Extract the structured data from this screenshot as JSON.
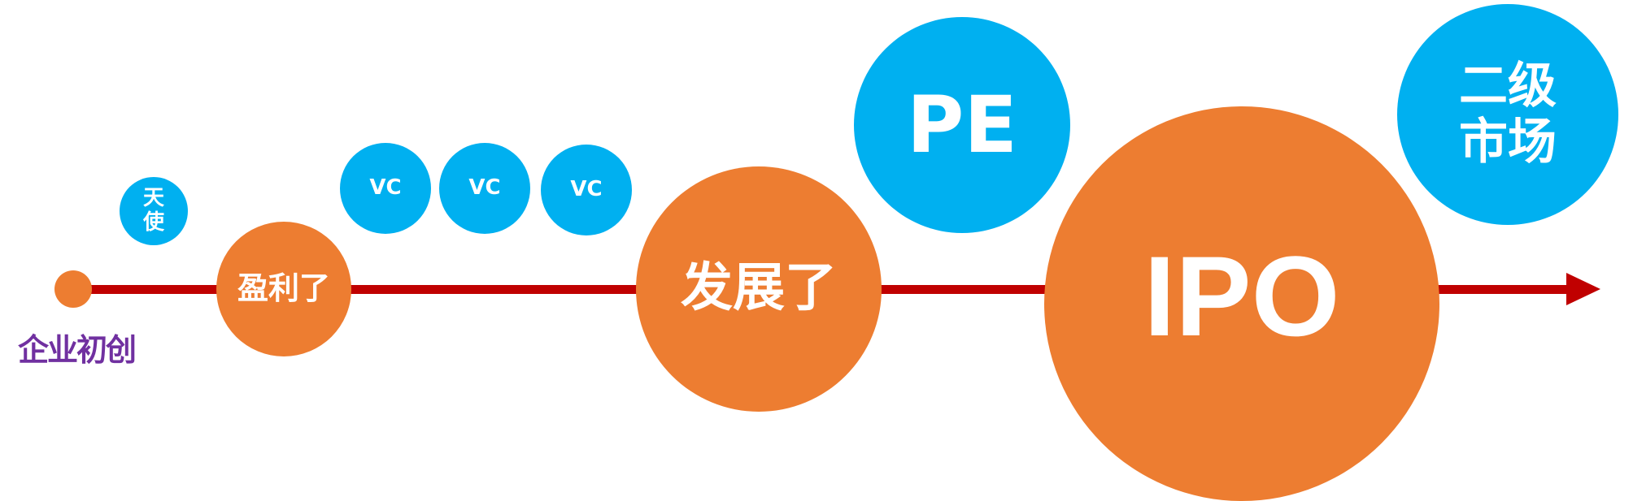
{
  "colors": {
    "stage": "#ED7D31",
    "investor": "#00B0F0",
    "timeline": "#C00000",
    "start_label": "#7030A0"
  },
  "start": {
    "label": "企业初创"
  },
  "stages": [
    {
      "label": "盈利了"
    },
    {
      "label": "发展了"
    },
    {
      "label": "IPO"
    }
  ],
  "investors": [
    {
      "line1": "天",
      "line2": "使"
    },
    {
      "label": "VC"
    },
    {
      "label": "VC"
    },
    {
      "label": "VC"
    },
    {
      "label": "PE"
    },
    {
      "line1": "二级",
      "line2": "市场"
    }
  ]
}
